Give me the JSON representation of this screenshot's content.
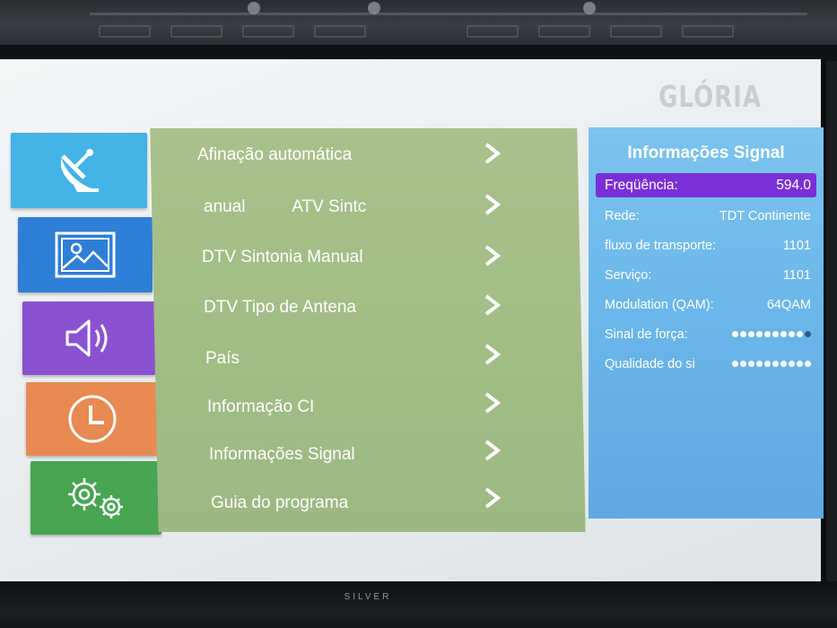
{
  "tv": {
    "brand_logo": "GLÓRIA",
    "bezel_brand": "SILVER"
  },
  "categories": [
    {
      "name": "channel",
      "icon": "satellite-dish-icon",
      "color": "#44b3e6"
    },
    {
      "name": "picture",
      "icon": "picture-icon",
      "color": "#2f7fd6"
    },
    {
      "name": "sound",
      "icon": "speaker-icon",
      "color": "#8a52d0"
    },
    {
      "name": "time",
      "icon": "clock-icon",
      "color": "#e88a52"
    },
    {
      "name": "setup",
      "icon": "gears-icon",
      "color": "#48a552"
    }
  ],
  "menu": {
    "items": [
      {
        "label": "Afinação automática"
      },
      {
        "label": "anual          ATV Sintc"
      },
      {
        "label": "DTV Sintonia Manual"
      },
      {
        "label": "DTV Tipo de Antena"
      },
      {
        "label": "País"
      },
      {
        "label": "Informação CI"
      },
      {
        "label": "Informações Signal"
      },
      {
        "label": "Guia do programa"
      }
    ]
  },
  "signal_info": {
    "title": "Informações Signal",
    "rows": [
      {
        "label": "Freqüência:",
        "value": "594.0"
      },
      {
        "label": "Rede:",
        "value": "TDT Continente"
      },
      {
        "label": "fluxo de transporte:",
        "value": "1101"
      },
      {
        "label": "Serviço:",
        "value": "1101"
      },
      {
        "label": "Modulation (QAM):",
        "value": "64QAM"
      }
    ],
    "strength": {
      "label": "Sinal de força:",
      "level": 9,
      "max": 10
    },
    "quality": {
      "label": "Qualidade do si",
      "level": 10,
      "max": 10
    }
  },
  "colors": {
    "menu_panel": "#a9c18c",
    "info_panel": "#6bb7ea",
    "highlight": "#7a2fd6"
  }
}
